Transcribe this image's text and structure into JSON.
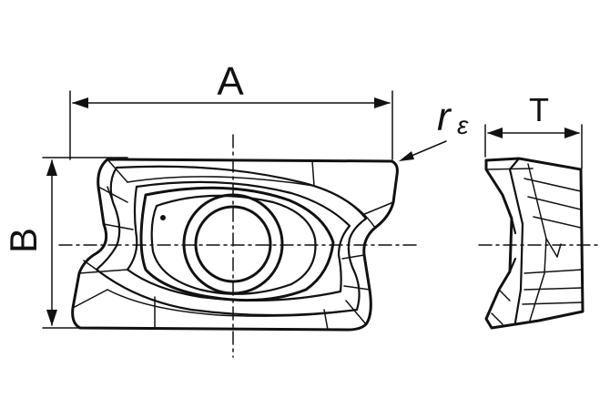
{
  "dimensions": {
    "a_label": "A",
    "b_label": "B",
    "t_label": "T",
    "r_label": "r",
    "r_subscript": "ε"
  },
  "colors": {
    "ink": "#111111",
    "background": "#ffffff"
  }
}
